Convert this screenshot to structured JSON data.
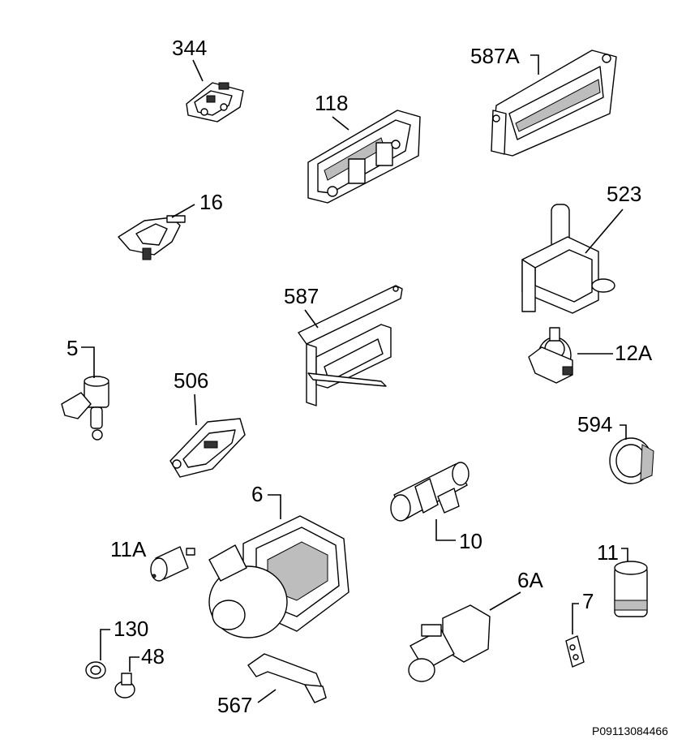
{
  "labels": {
    "p344": "344",
    "p587A": "587A",
    "p118": "118",
    "p16": "16",
    "p523": "523",
    "p587": "587",
    "p5": "5",
    "p12A": "12A",
    "p506": "506",
    "p594": "594",
    "p6": "6",
    "p10": "10",
    "p11A": "11A",
    "p11": "11",
    "p6A": "6A",
    "p7": "7",
    "p130": "130",
    "p48": "48",
    "p567": "567"
  },
  "footer": {
    "drawing_code": "P09113084466"
  }
}
